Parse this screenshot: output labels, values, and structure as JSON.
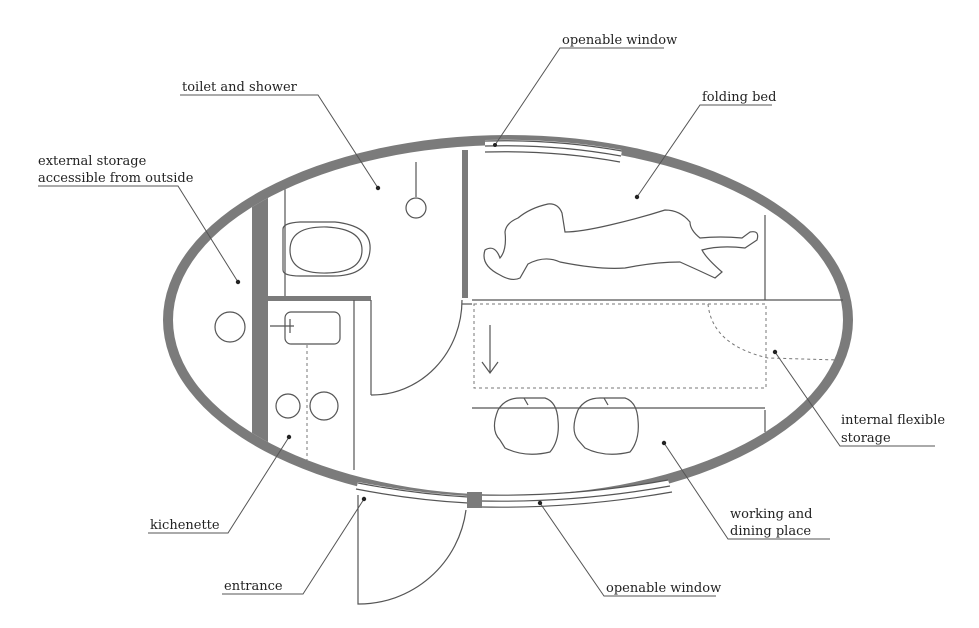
{
  "labels": {
    "openable_window_top": "openable window",
    "toilet_and_shower": "toilet and shower",
    "folding_bed": "folding bed",
    "external_storage_line1": "external storage",
    "external_storage_line2": "accessible from outside",
    "internal_storage_line1": "internal flexible",
    "internal_storage_line2": "storage",
    "kichenette": "kichenette",
    "working_line1": "working and",
    "working_line2": "dining place",
    "entrance": "entrance",
    "openable_window_bottom": "openable window"
  },
  "colors": {
    "wall": "#7b7b7b",
    "line": "#555555",
    "text": "#222222"
  }
}
